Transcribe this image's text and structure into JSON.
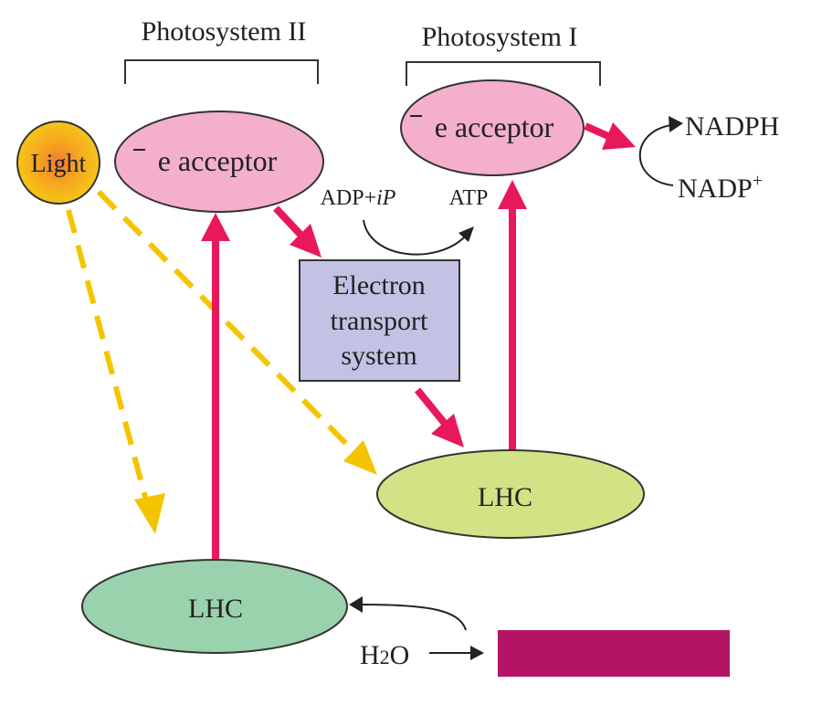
{
  "labels": {
    "ps2_title": "Photosystem II",
    "ps1_title": "Photosystem I",
    "light": "Light",
    "e_acceptor_ps2_e": "e",
    "e_acceptor_ps2_rest": " acceptor",
    "e_acceptor_ps1_e": "e",
    "e_acceptor_ps1_rest": " acceptor",
    "ets_line1": "Electron",
    "ets_line2": "transport",
    "ets_line3": "system",
    "adp": "ADP+",
    "adp_ip": "iP",
    "atp": "ATP",
    "nadph": "NADPH",
    "nadp": "NADP",
    "nadp_sup": "+",
    "lhc_ps2": "LHC",
    "lhc_ps1": "LHC",
    "h2o_h": "H",
    "h2o_2": "2",
    "h2o_o": "O"
  },
  "colors": {
    "arrow_red": "#e8195a",
    "light_dash": "#f5c400",
    "acceptor_fill": "#f4afcd",
    "ets_fill": "#c3c2e4",
    "lhc_ps1_fill": "#d2e386",
    "lhc_ps2_fill": "#99d2ac",
    "block_fill": "#b41464",
    "light_outer": "#f5c518",
    "light_inner": "#f07a33"
  }
}
